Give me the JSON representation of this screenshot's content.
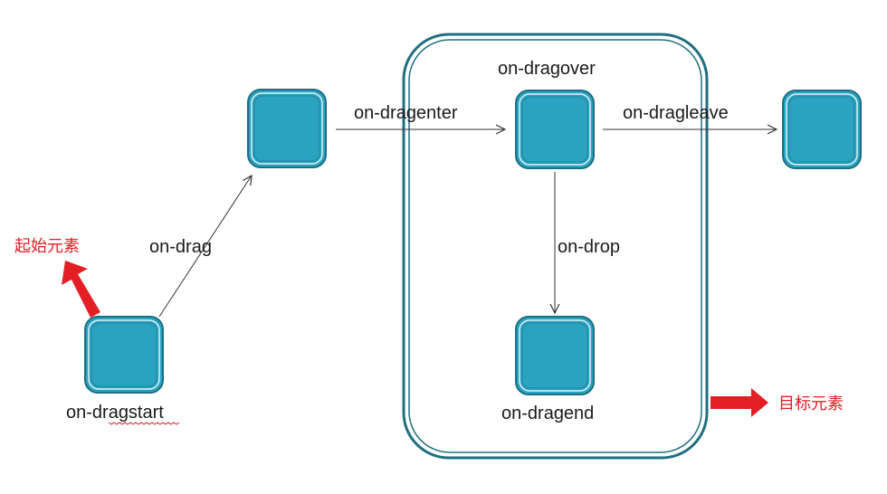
{
  "colors": {
    "box_fill": "#2aa3c0",
    "box_inner_stroke": "#ffffff",
    "box_outer_stroke": "#1c6f82",
    "container_stroke": "#1f6f80",
    "arrow_line": "#333333",
    "highlight_red": "#e31e24",
    "text": "#1a1a1a"
  },
  "labels": {
    "dragstart": "on-dragstart",
    "drag": "on-drag",
    "dragenter": "on-dragenter",
    "dragover": "on-dragover",
    "dragleave": "on-dragleave",
    "drop": "on-drop",
    "dragend": "on-dragend"
  },
  "annotations": {
    "source_element": "起始元素",
    "target_element": "目标元素"
  }
}
